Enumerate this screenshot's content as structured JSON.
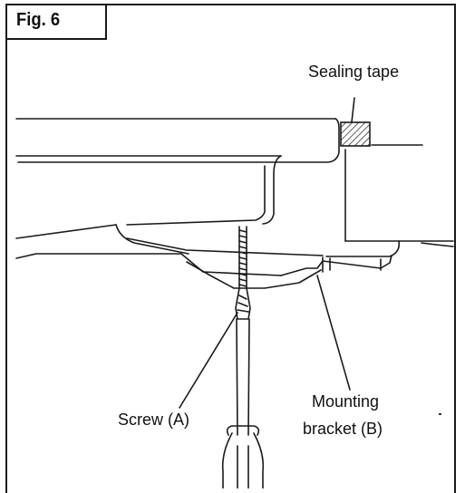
{
  "figure": {
    "title": "Fig. 6",
    "labels": {
      "sealing_tape": "Sealing tape",
      "screw": "Screw (A)",
      "bracket_line1": "Mounting",
      "bracket_line2": "bracket (B)"
    }
  }
}
